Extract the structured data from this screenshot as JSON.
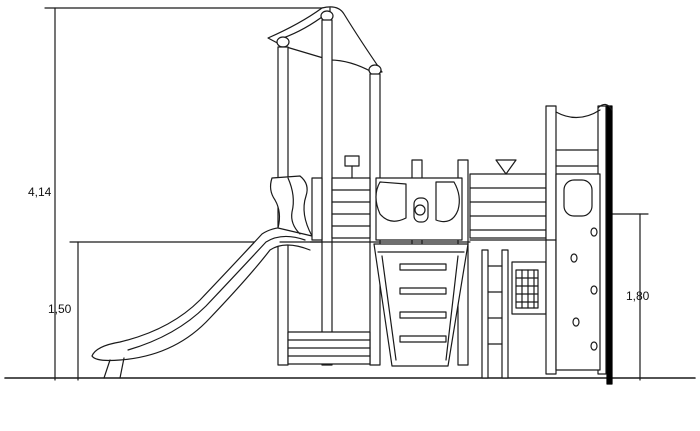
{
  "dimensions": {
    "total_height": "4,14",
    "platform_height": "1,50",
    "climbing_wall_height": "1,80"
  },
  "colors": {
    "line": "#1a1a1a",
    "fill": "#ffffff",
    "pole": "#000000"
  }
}
